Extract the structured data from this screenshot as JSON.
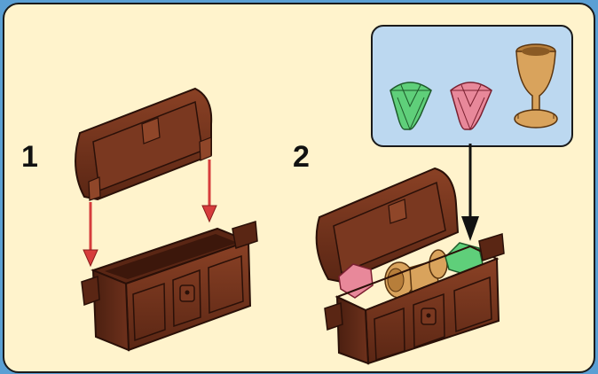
{
  "steps": [
    {
      "number": "1",
      "label": "step-1"
    },
    {
      "number": "2",
      "label": "step-2"
    }
  ],
  "colors": {
    "background": "#5a9fd4",
    "panel": "#fff3cc",
    "callout": "#bcd8f0",
    "chest": "#6b2f1a",
    "arrow_red": "#d63c3c",
    "gem_green": "#5fcf7a",
    "gem_pink": "#e8889a",
    "goblet": "#d9a35c"
  },
  "parts": [
    "green-gem-icon",
    "pink-gem-icon",
    "goblet-icon"
  ]
}
